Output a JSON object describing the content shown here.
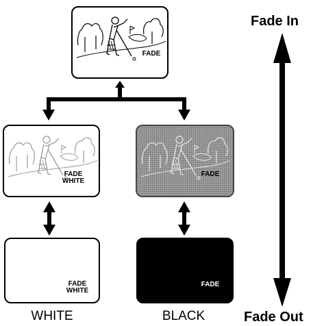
{
  "frames": {
    "top": {
      "label": "FADE"
    },
    "middle_left": {
      "label_line1": "FADE",
      "label_line2": "WHITE"
    },
    "middle_right": {
      "label": "FADE"
    },
    "bottom_left": {
      "label_line1": "FADE",
      "label_line2": "WHITE"
    },
    "bottom_right": {
      "label": "FADE"
    }
  },
  "captions": {
    "white": "WHITE",
    "black": "BLACK"
  },
  "fade_axis": {
    "top_label": "Fade In",
    "bottom_label": "Fade Out"
  },
  "colors": {
    "black_frame": "#000000",
    "gray_frame": "#8a8a8a",
    "ink": "#000000",
    "faded_ink": "#b8b8b8"
  }
}
